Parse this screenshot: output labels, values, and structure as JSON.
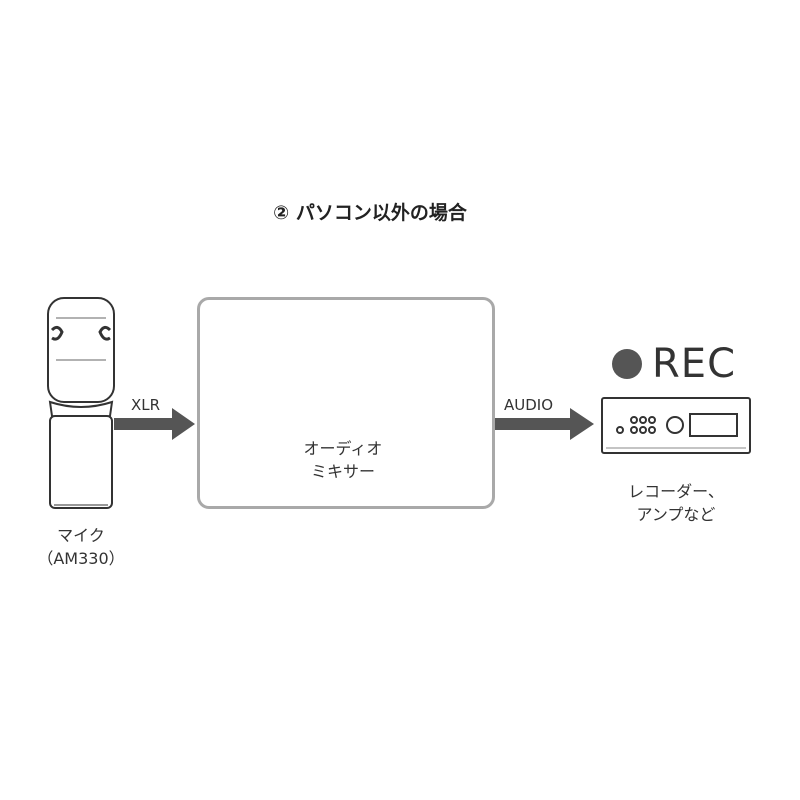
{
  "title": "② パソコン以外の場合",
  "mic": {
    "line1": "マイク",
    "line2": "（AM330）"
  },
  "mixer": {
    "line1": "オーディオ",
    "line2": "ミキサー"
  },
  "recorder": {
    "line1": "レコーダー、",
    "line2": "アンプなど"
  },
  "connections": {
    "mic_to_mixer": "XLR",
    "mixer_to_recorder": "AUDIO"
  },
  "rec_indicator": "REC",
  "colors": {
    "arrow": "#555555",
    "box_border": "#a9a9a9",
    "rec_dot": "#555555"
  }
}
